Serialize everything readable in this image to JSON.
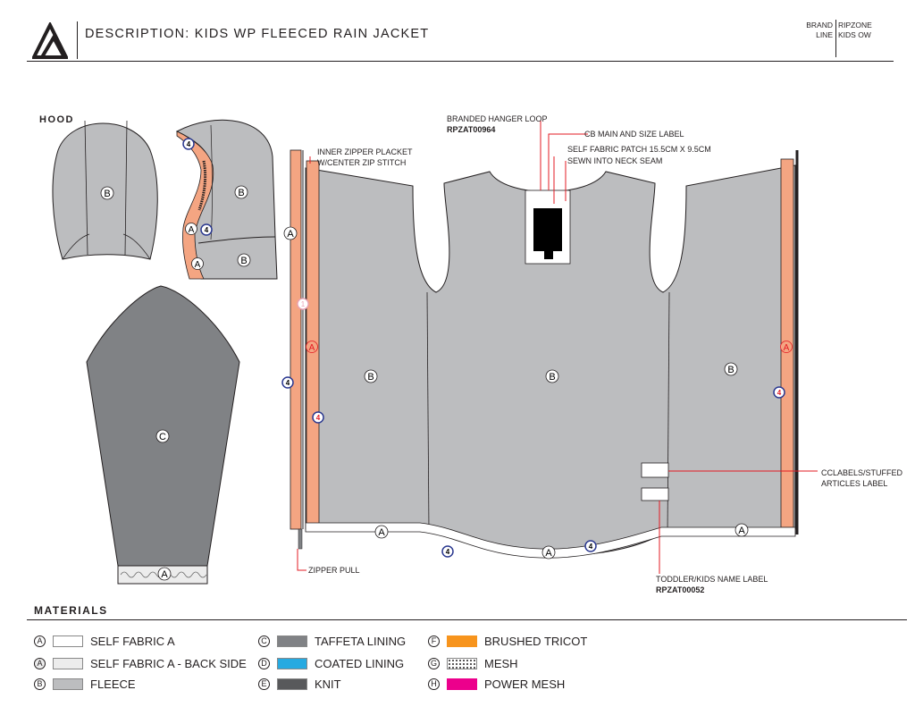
{
  "header": {
    "title": "DESCRIPTION: KIDS WP FLEECED RAIN JACKET",
    "brand_key": "BRAND",
    "brand_value": "RIPZONE",
    "line_key": "LINE",
    "line_value": "KIDS OW"
  },
  "hood": {
    "label": "HOOD"
  },
  "callouts": {
    "hanger_loop": "BRANDED HANGER LOOP",
    "hanger_loop_code": "RPZAT00964",
    "cb_label": "CB MAIN AND SIZE LABEL",
    "patch_line1": "SELF FABRIC PATCH 15.5CM X 9.5CM",
    "patch_line2": "SEWN INTO NECK SEAM",
    "placket_line1": "INNER ZIPPER PLACKET",
    "placket_line2": "W/CENTER ZIP STITCH",
    "cclabels_line1": "CCLABELS/STUFFED",
    "cclabels_line2": "ARTICLES LABEL",
    "toddler_line1": "TODDLER/KIDS NAME LABEL",
    "toddler_code": "RPZAT00052",
    "zipper_pull": "ZIPPER PULL"
  },
  "markers": {
    "a": "A",
    "b": "B",
    "c": "C",
    "four": "4",
    "one": "1"
  },
  "materials": {
    "title": "MATERIALS",
    "items": [
      {
        "code": "A",
        "label": "SELF FABRIC A",
        "color": "#ffffff"
      },
      {
        "code": "A",
        "label": "SELF FABRIC A - BACK SIDE",
        "color": "#ececec"
      },
      {
        "code": "B",
        "label": "FLEECE",
        "color": "#bcbdbf"
      },
      {
        "code": "C",
        "label": "TAFFETA LINING",
        "color": "#808285"
      },
      {
        "code": "D",
        "label": "COATED LINING",
        "color": "#27aae1"
      },
      {
        "code": "E",
        "label": "KNIT",
        "color": "#58595b"
      },
      {
        "code": "F",
        "label": "BRUSHED TRICOT",
        "color": "#f7941d"
      },
      {
        "code": "G",
        "label": "MESH",
        "color": "#ffffff"
      },
      {
        "code": "H",
        "label": "POWER MESH",
        "color": "#ec008c"
      }
    ]
  }
}
